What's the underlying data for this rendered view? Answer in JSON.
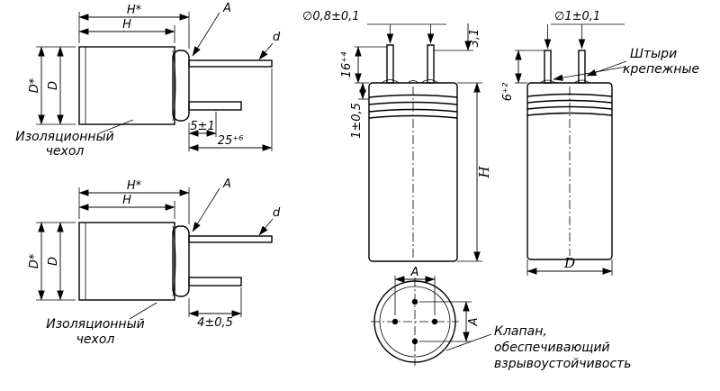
{
  "dims": {
    "h_star": "H*",
    "h": "H",
    "d_star": "D*",
    "d": "D",
    "a": "A",
    "d_small": "d",
    "len5": "5±1",
    "len25": "25⁺⁶",
    "len4": "4±0,5",
    "dia08": "∅0,8±0,1",
    "dia1": "∅1±0,1",
    "dim31": "3,1",
    "dim16": "16⁺⁴",
    "dim1": "1±0,5",
    "dim6": "6⁺²"
  },
  "notes": {
    "insulation_line1": "Изоляционный",
    "insulation_line2": "чехол",
    "pins_line1": "Штыри",
    "pins_line2": "крепежные",
    "valve_line1": "Клапан,",
    "valve_line2": "обеспечивающий",
    "valve_line3": "взрывоустойчивость"
  }
}
